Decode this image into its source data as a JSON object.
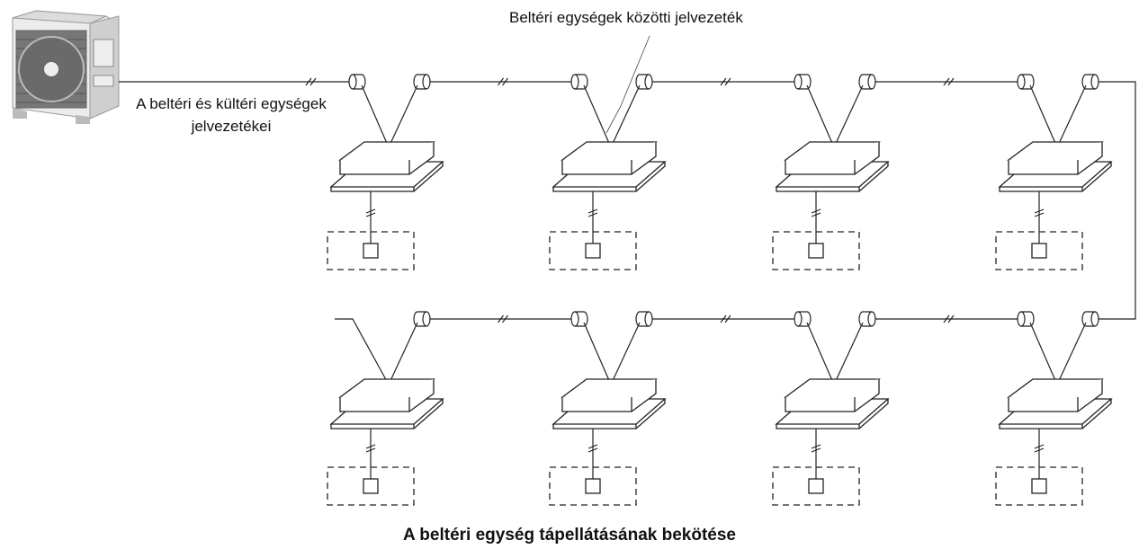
{
  "labels": {
    "indoor_wiring": "Beltéri egységek közötti jelvezeték",
    "outdoor_wiring_line1": "A beltéri és kültéri egységek",
    "outdoor_wiring_line2": "jelvezetékei",
    "caption": "A beltéri egység tápellátásának bekötése"
  },
  "diagram": {
    "indoor_unit_rows": 2,
    "indoor_units_per_row": 4,
    "indoor_unit_icon": "cassette-indoor-unit-icon",
    "outdoor_unit_icon": "outdoor-unit-icon",
    "wired_controller_icon": "wired-controller-icon",
    "connector_icon": "signal-connector-icon",
    "line_color": "#222222"
  }
}
